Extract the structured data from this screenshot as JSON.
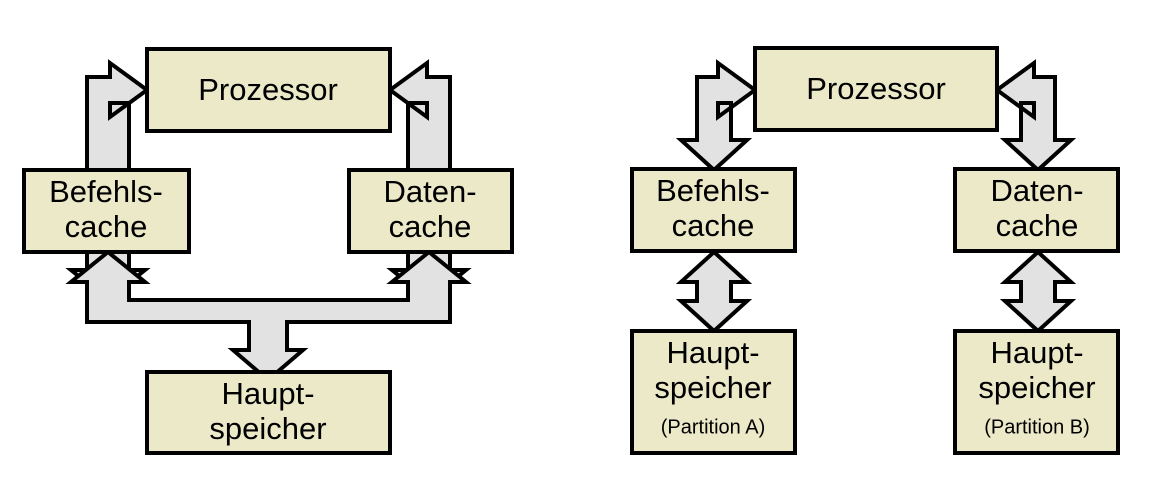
{
  "figure": {
    "background_color": "#ffffff",
    "box_fill_color": "#ebe9c8",
    "box_stroke_color": "#000000",
    "arrow_fill_color": "#e2e2e2",
    "arrow_stroke_color": "#000000"
  },
  "left_diagram": {
    "name": "harvard-shared-main-memory",
    "boxes": {
      "processor": {
        "label": "Prozessor"
      },
      "instruction_cache": {
        "line1": "Befehls-",
        "line2": "cache"
      },
      "data_cache": {
        "line1": "Daten-",
        "line2": "cache"
      },
      "main_memory": {
        "line1": "Haupt-",
        "line2": "speicher"
      }
    },
    "connectors": {
      "processor_to_instruction_cache": "bidirectional-elbow-arrow",
      "processor_to_data_cache": "bidirectional-elbow-arrow",
      "caches_to_main_memory": "merged-three-way-arrow"
    }
  },
  "right_diagram": {
    "name": "harvard-partitioned-main-memory",
    "boxes": {
      "processor": {
        "label": "Prozessor"
      },
      "instruction_cache": {
        "line1": "Befehls-",
        "line2": "cache"
      },
      "data_cache": {
        "line1": "Daten-",
        "line2": "cache"
      },
      "main_memory_a": {
        "line1": "Haupt-",
        "line2": "speicher",
        "line3": "(Partition A)"
      },
      "main_memory_b": {
        "line1": "Haupt-",
        "line2": "speicher",
        "line3": "(Partition B)"
      }
    },
    "connectors": {
      "processor_to_instruction_cache": "bidirectional-elbow-arrow",
      "processor_to_data_cache": "bidirectional-elbow-arrow",
      "instruction_cache_to_memory_a": "bidirectional-vertical-arrow",
      "data_cache_to_memory_b": "bidirectional-vertical-arrow"
    }
  }
}
